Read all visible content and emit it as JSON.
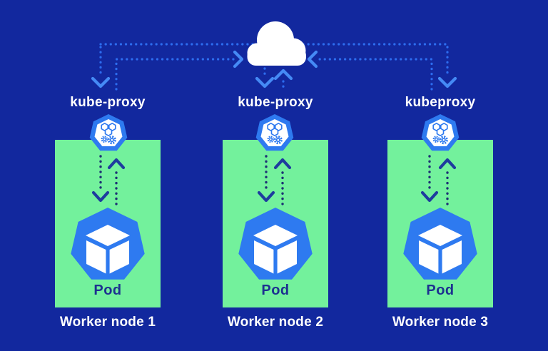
{
  "diagram": {
    "cloud_icon": "cloud-icon",
    "colors": {
      "background": "#12289e",
      "node_fill": "#73f19c",
      "dotted_line_blue": "#2d6df0",
      "chevron_blue": "#458af5",
      "dotted_line_navy": "#1d3173",
      "chevron_navy": "#1e3c9e",
      "icon_blue": "#2e7af0",
      "pod_text": "#1d3190",
      "cloud_fill": "#ffffff",
      "label_text": "#ffffff"
    },
    "nodes": [
      {
        "proxy_label": "kube-proxy",
        "proxy_icon": "kube-proxy-icon",
        "pod_icon": "pod-icon",
        "pod_label": "Pod",
        "node_label": "Worker node 1"
      },
      {
        "proxy_label": "kube-proxy",
        "proxy_icon": "kube-proxy-icon",
        "pod_icon": "pod-icon",
        "pod_label": "Pod",
        "node_label": "Worker node 2"
      },
      {
        "proxy_label": "kubeproxy",
        "proxy_icon": "kube-proxy-icon",
        "pod_icon": "pod-icon",
        "pod_label": "Pod",
        "node_label": "Worker node 3"
      }
    ]
  }
}
